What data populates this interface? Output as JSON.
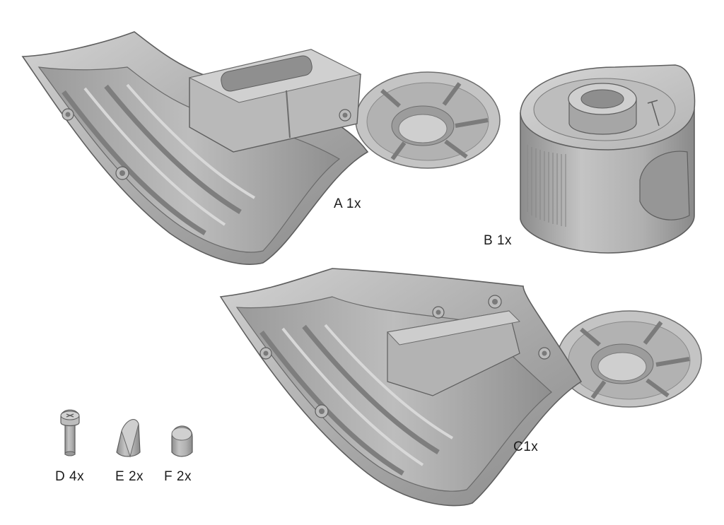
{
  "labels": {
    "part_a": "A 1x",
    "part_b": "B 1x",
    "part_c": "C1x",
    "part_d": "D 4x",
    "part_e": "E 2x",
    "part_f": "F 2x"
  },
  "colors": {
    "background": "#ffffff",
    "part_light": "#c9c9c9",
    "part_mid": "#a9a9a9",
    "part_dark": "#7e7e7e",
    "part_edge": "#5a5a5a",
    "label_text": "#1c1c1c"
  }
}
